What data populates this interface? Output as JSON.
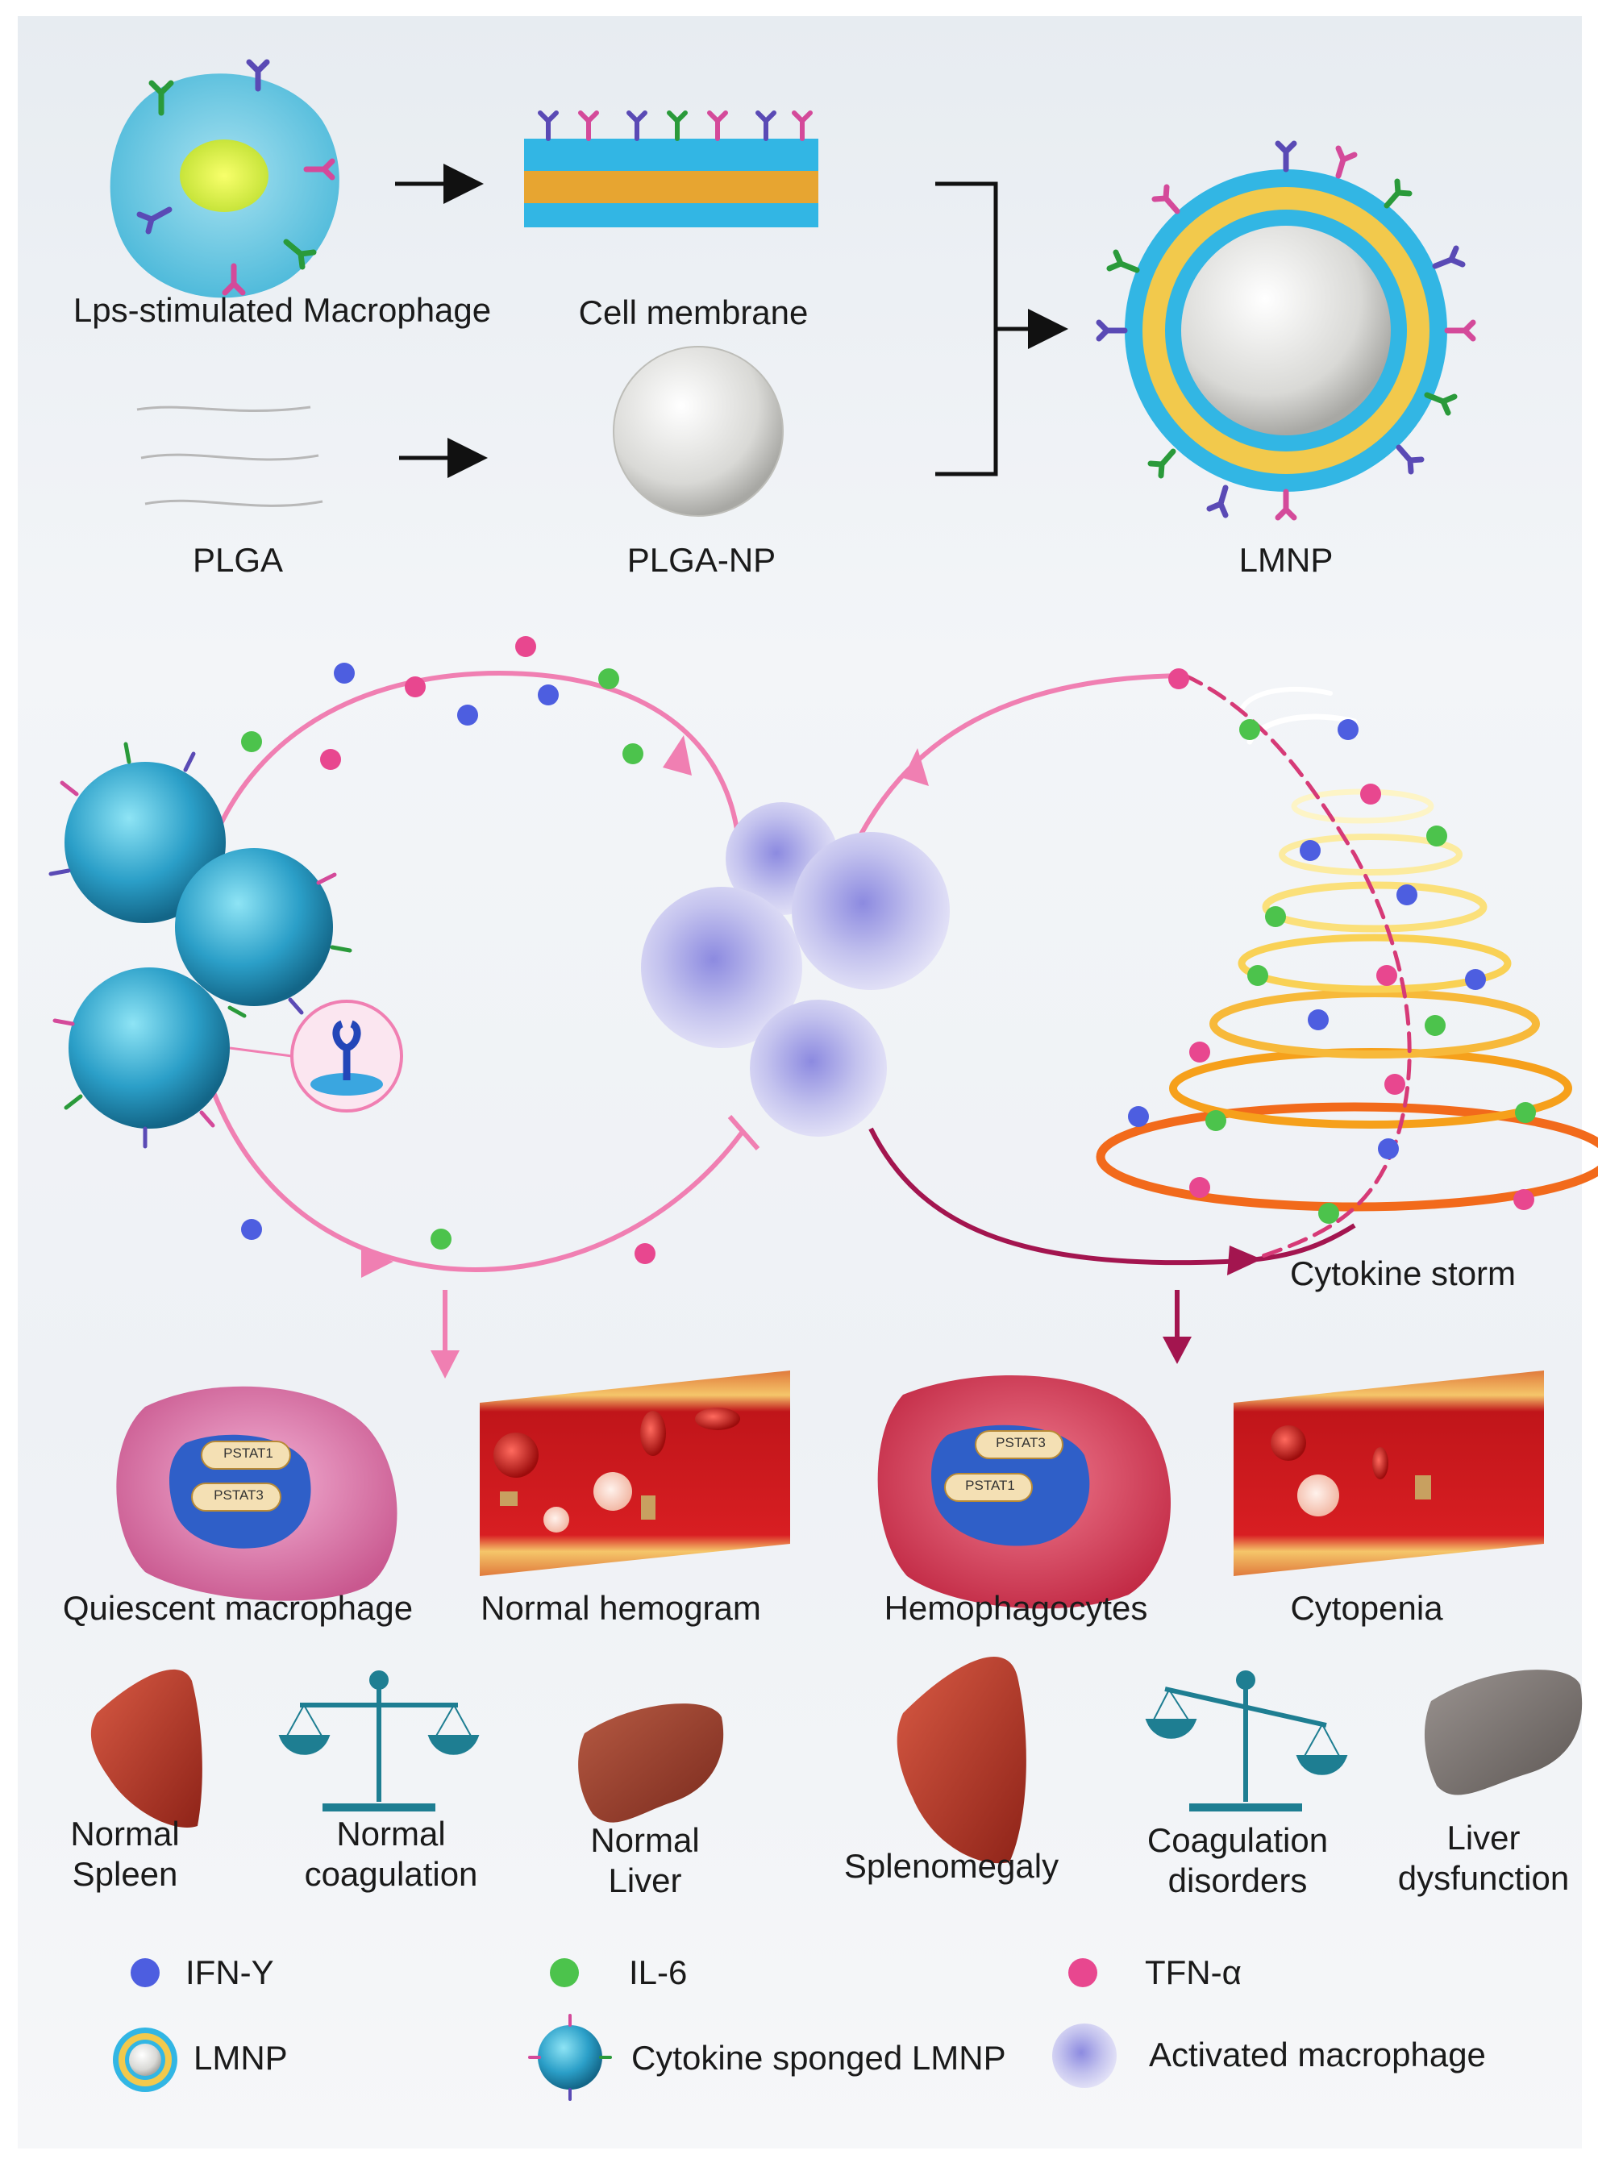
{
  "top": {
    "macrophage": "Lps-stimulated Macrophage",
    "membrane": "Cell membrane",
    "plga": "PLGA",
    "plga_np": "PLGA-NP",
    "lmnp": "LMNP"
  },
  "cycle": {
    "storm": "Cytokine storm"
  },
  "outcomes": {
    "quiescent": "Quiescent macrophage",
    "normal_hemogram": "Normal hemogram",
    "hemophagocytes": "Hemophagocytes",
    "cytopenia": "Cytopenia",
    "pstat1_down": "PSTAT1",
    "pstat3_down": "PSTAT3",
    "pstat3_up": "PSTAT3",
    "pstat1_up": "PSTAT1"
  },
  "organs": {
    "normal_spleen": "Normal Spleen",
    "normal_coag": "Normal coagulation",
    "normal_liver": "Normal Liver",
    "splenomegaly": "Splenomegaly",
    "coag_disorders": "Coagulation disorders",
    "liver_dysfunction": "Liver dysfunction"
  },
  "legend": {
    "ifn": "IFN-Y",
    "il6": "IL-6",
    "tfn": "TFN-α",
    "lmnp": "LMNP",
    "sponged": "Cytokine sponged LMNP",
    "activated": "Activated macrophage"
  },
  "colors": {
    "ifn": "#4d5ee0",
    "il6": "#4cc34c",
    "tfn": "#e8478f",
    "pink_path": "#f07fb2",
    "dark_path": "#a3154f",
    "membrane_blue": "#32b6e4",
    "membrane_gold": "#e7a531",
    "spleen": "#b23a2c",
    "liver_normal": "#9c3b2b",
    "liver_bad": "#77706c",
    "scale": "#1e7e92"
  }
}
